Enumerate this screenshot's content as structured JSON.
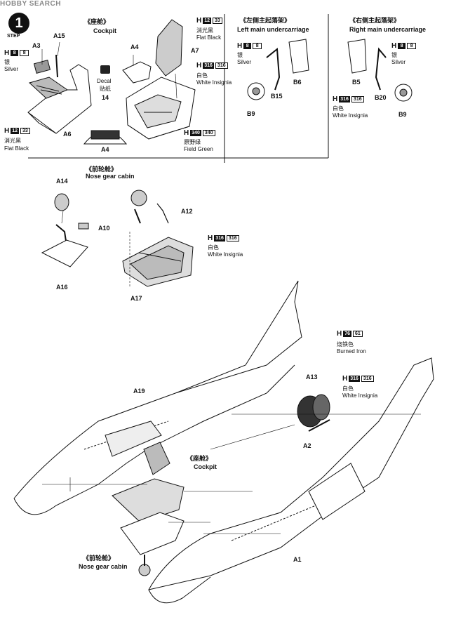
{
  "watermark": "HOBBY SEARCH",
  "step": {
    "number": "1",
    "word": "STEP"
  },
  "headers": {
    "cockpit_zh": "《座舱》",
    "cockpit_en": "Cockpit",
    "left_gear_zh": "《左侧主起落架》",
    "left_gear_en": "Left main undercarriage",
    "right_gear_zh": "《右侧主起落架》",
    "right_gear_en": "Right main undercarriage",
    "nose_zh": "《前轮舱》",
    "nose_en": "Nose gear cabin",
    "cockpit2_zh": "《座舱》",
    "cockpit2_en": "Cockpit",
    "nose2_zh": "《前轮舱》",
    "nose2_en": "Nose gear cabin"
  },
  "decal": {
    "en": "Decal",
    "zh": "贴纸",
    "number": "14"
  },
  "paints": {
    "silver_a": {
      "h": "H",
      "codes": [
        "8",
        "8"
      ],
      "zh": "银",
      "en": "Silver"
    },
    "black_a": {
      "h": "H",
      "codes": [
        "12",
        "33"
      ],
      "zh": "消光黑",
      "en": "Flat Black"
    },
    "black_b": {
      "h": "H",
      "codes": [
        "12",
        "33"
      ],
      "zh": "消光黑",
      "en": "Flat Black"
    },
    "white_a": {
      "h": "H",
      "codes": [
        "316",
        "316"
      ],
      "zh": "白色",
      "en": "White Insignia"
    },
    "green": {
      "h": "H",
      "codes": [
        "340",
        "340"
      ],
      "zh": "原野绿",
      "en": "Field Green"
    },
    "silver_b": {
      "h": "H",
      "codes": [
        "8",
        "8"
      ],
      "zh": "银",
      "en": "Silver"
    },
    "white_b": {
      "h": "H",
      "codes": [
        "316",
        "316"
      ],
      "zh": "白色",
      "en": "White Insignia"
    },
    "silver_c": {
      "h": "H",
      "codes": [
        "8",
        "8"
      ],
      "zh": "银",
      "en": "Silver"
    },
    "white_c": {
      "h": "H",
      "codes": [
        "316",
        "316"
      ],
      "zh": "白色",
      "en": "White Insignia"
    },
    "iron": {
      "h": "H",
      "codes": [
        "76",
        "61"
      ],
      "zh": "烧铁色",
      "en": "Burned Iron"
    },
    "white_d": {
      "h": "H",
      "codes": [
        "316",
        "316"
      ],
      "zh": "白色",
      "en": "White Insignia"
    }
  },
  "parts": {
    "a3": "A3",
    "a15": "A15",
    "a6": "A6",
    "a4_top": "A4",
    "a4_decal": "A4",
    "a7": "A7",
    "b15": "B15",
    "b6": "B6",
    "b9_left": "B9",
    "b5": "B5",
    "b20": "B20",
    "b9_right": "B9",
    "a14": "A14",
    "a10": "A10",
    "a16": "A16",
    "a12": "A12",
    "a17": "A17",
    "a19": "A19",
    "a13": "A13",
    "a2": "A2",
    "a1": "A1"
  }
}
